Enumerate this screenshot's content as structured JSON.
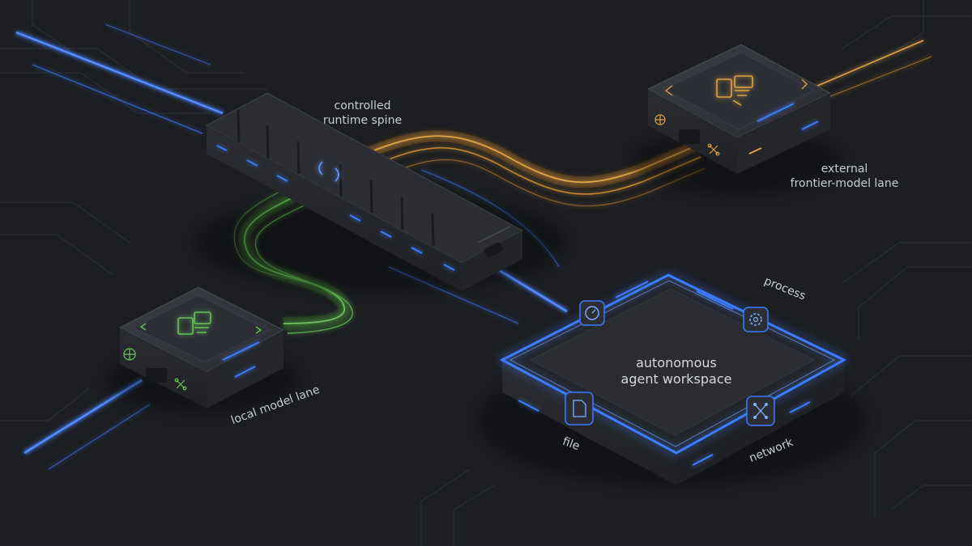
{
  "labels": {
    "spine": [
      "controlled",
      "runtime spine"
    ],
    "external": [
      "external",
      "frontier-model lane"
    ],
    "local": "local model lane",
    "workspace": [
      "autonomous",
      "agent workspace"
    ],
    "process": "process",
    "file": "file",
    "network": "network"
  },
  "colors": {
    "background": "#1c1e22",
    "blue_accent": "#3d7bff",
    "orange_accent": "#e0a347",
    "green_accent": "#69c25a"
  },
  "icons": {
    "local_module_screen": "document-icon",
    "external_module_screen": "document-icon",
    "spine_center": "bracket-icon",
    "workspace_top": "gauge-icon",
    "workspace_right": "gear-icon",
    "workspace_left": "file-icon",
    "workspace_bottom": "network-icon"
  }
}
